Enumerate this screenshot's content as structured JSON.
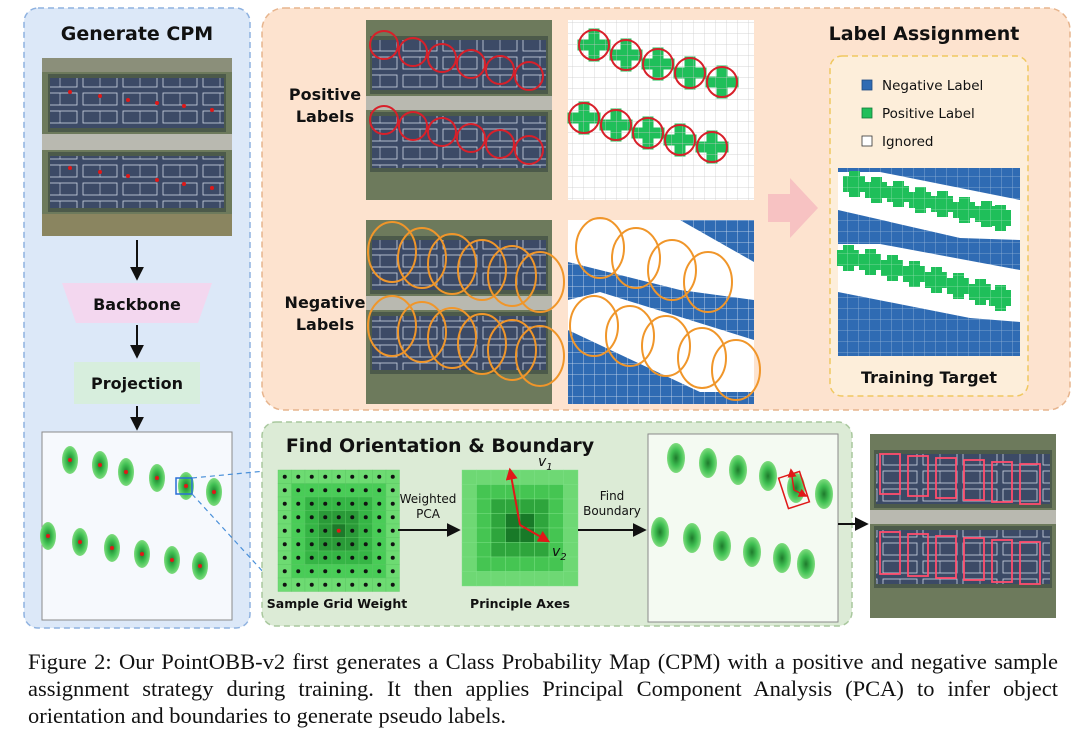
{
  "panels": {
    "generate_cpm": {
      "title": "Generate CPM",
      "backbone": "Backbone",
      "projection": "Projection"
    },
    "label_assignment": {
      "title": "Label Assignment",
      "positive_row_label": [
        "Positive",
        "Labels"
      ],
      "negative_row_label": [
        "Negative",
        "Labels"
      ],
      "legend": [
        {
          "label": "Negative Label",
          "color": "#2f6bb3"
        },
        {
          "label": "Positive Label",
          "color": "#1fbf5a"
        },
        {
          "label": "Ignored",
          "color": "#ffffff"
        }
      ],
      "target_caption": "Training Target"
    },
    "find_orientation": {
      "title": "Find Orientation & Boundary",
      "grid_caption": "Sample Grid Weight",
      "axes_caption": "Principle Axes",
      "arrow1_label": [
        "Weighted",
        "PCA"
      ],
      "arrow2_label": [
        "Find",
        "Boundary"
      ],
      "v1": "v",
      "v1_sub": "1",
      "v2": "v",
      "v2_sub": "2"
    }
  },
  "colors": {
    "left_panel_bg": "#dce8f8",
    "left_panel_border": "#8fb2e0",
    "top_panel_bg": "#fde3cf",
    "top_panel_border": "#e7b58e",
    "bottom_panel_bg": "#dcebd6",
    "bottom_panel_border": "#a9c89e",
    "legend_box_bg": "#fdeeda",
    "legend_box_border": "#f0c860",
    "backbone_fill": "#f3d7ef",
    "projection_fill": "#d7eedd",
    "positive_green": "#1fbf5a",
    "negative_blue": "#2f6bb3",
    "red_circle": "#d8202a",
    "orange_circle": "#f0962a",
    "big_arrow": "#f7c2c2"
  },
  "caption": "Figure 2: Our PointOBB-v2 first generates a Class Probability Map (CPM) with a positive and negative sample assignment strategy during training. It then applies Principal Component Analysis (PCA) to infer object orientation and boundaries to generate pseudo labels."
}
